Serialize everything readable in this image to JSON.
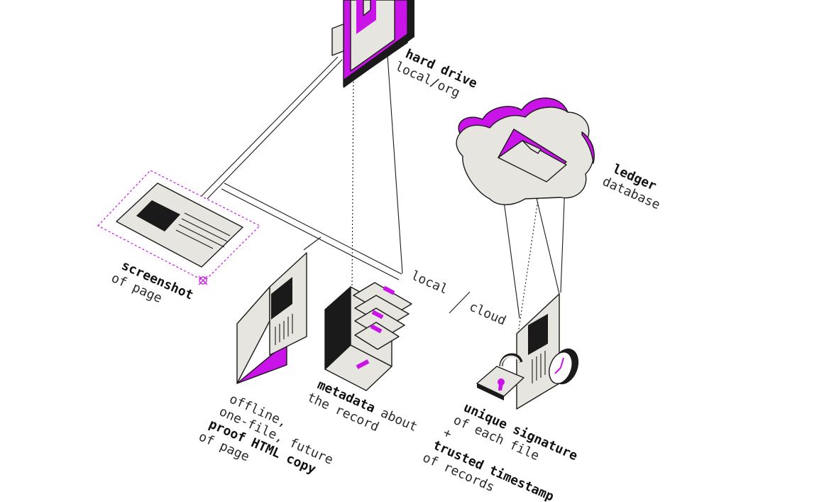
{
  "colors": {
    "accent": "#c913e8",
    "paper": "#e6e5df",
    "ink": "#1a1a1a",
    "background": "#ffffff"
  },
  "labels": {
    "hard_drive": {
      "title": "hard drive",
      "subtitle": "local/org"
    },
    "ledger": {
      "title": "ledger",
      "subtitle": "database"
    },
    "screenshot": {
      "title": "screenshot",
      "subtitle": "of page"
    },
    "divider": {
      "left": "local",
      "slash": "/",
      "right": "cloud"
    },
    "html_copy": {
      "line1": "offline,",
      "line2": "one-file, future",
      "title": "proof HTML copy",
      "subtitle": "of page"
    },
    "metadata": {
      "title": "metadata",
      "title_rest": " about",
      "line2": "the record"
    },
    "signature": {
      "title": "unique signature",
      "line2": "of each file",
      "plus": "+",
      "title2": "trusted timestamp",
      "line4": "of records"
    }
  },
  "icons": [
    "hard-drive-icon",
    "cloud-icon",
    "folder-icon",
    "screenshot-icon",
    "html-document-icon",
    "file-cabinet-icon",
    "padlock-icon",
    "document-icon",
    "clock-icon",
    "crosshair-icon"
  ]
}
